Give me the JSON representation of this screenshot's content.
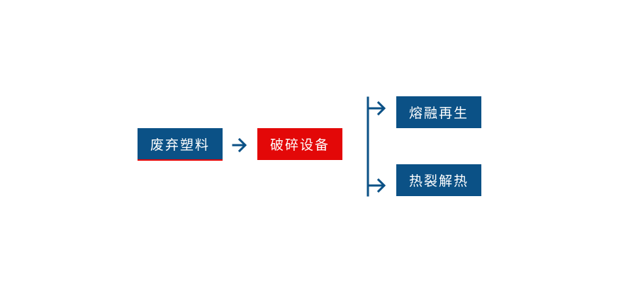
{
  "colors": {
    "primary": "#0b5186",
    "accent": "#e30808"
  },
  "nodes": [
    {
      "label": "废弃塑料"
    },
    {
      "label": "破碎设备"
    },
    {
      "label": "熔融再生"
    },
    {
      "label": "热裂解热"
    }
  ]
}
